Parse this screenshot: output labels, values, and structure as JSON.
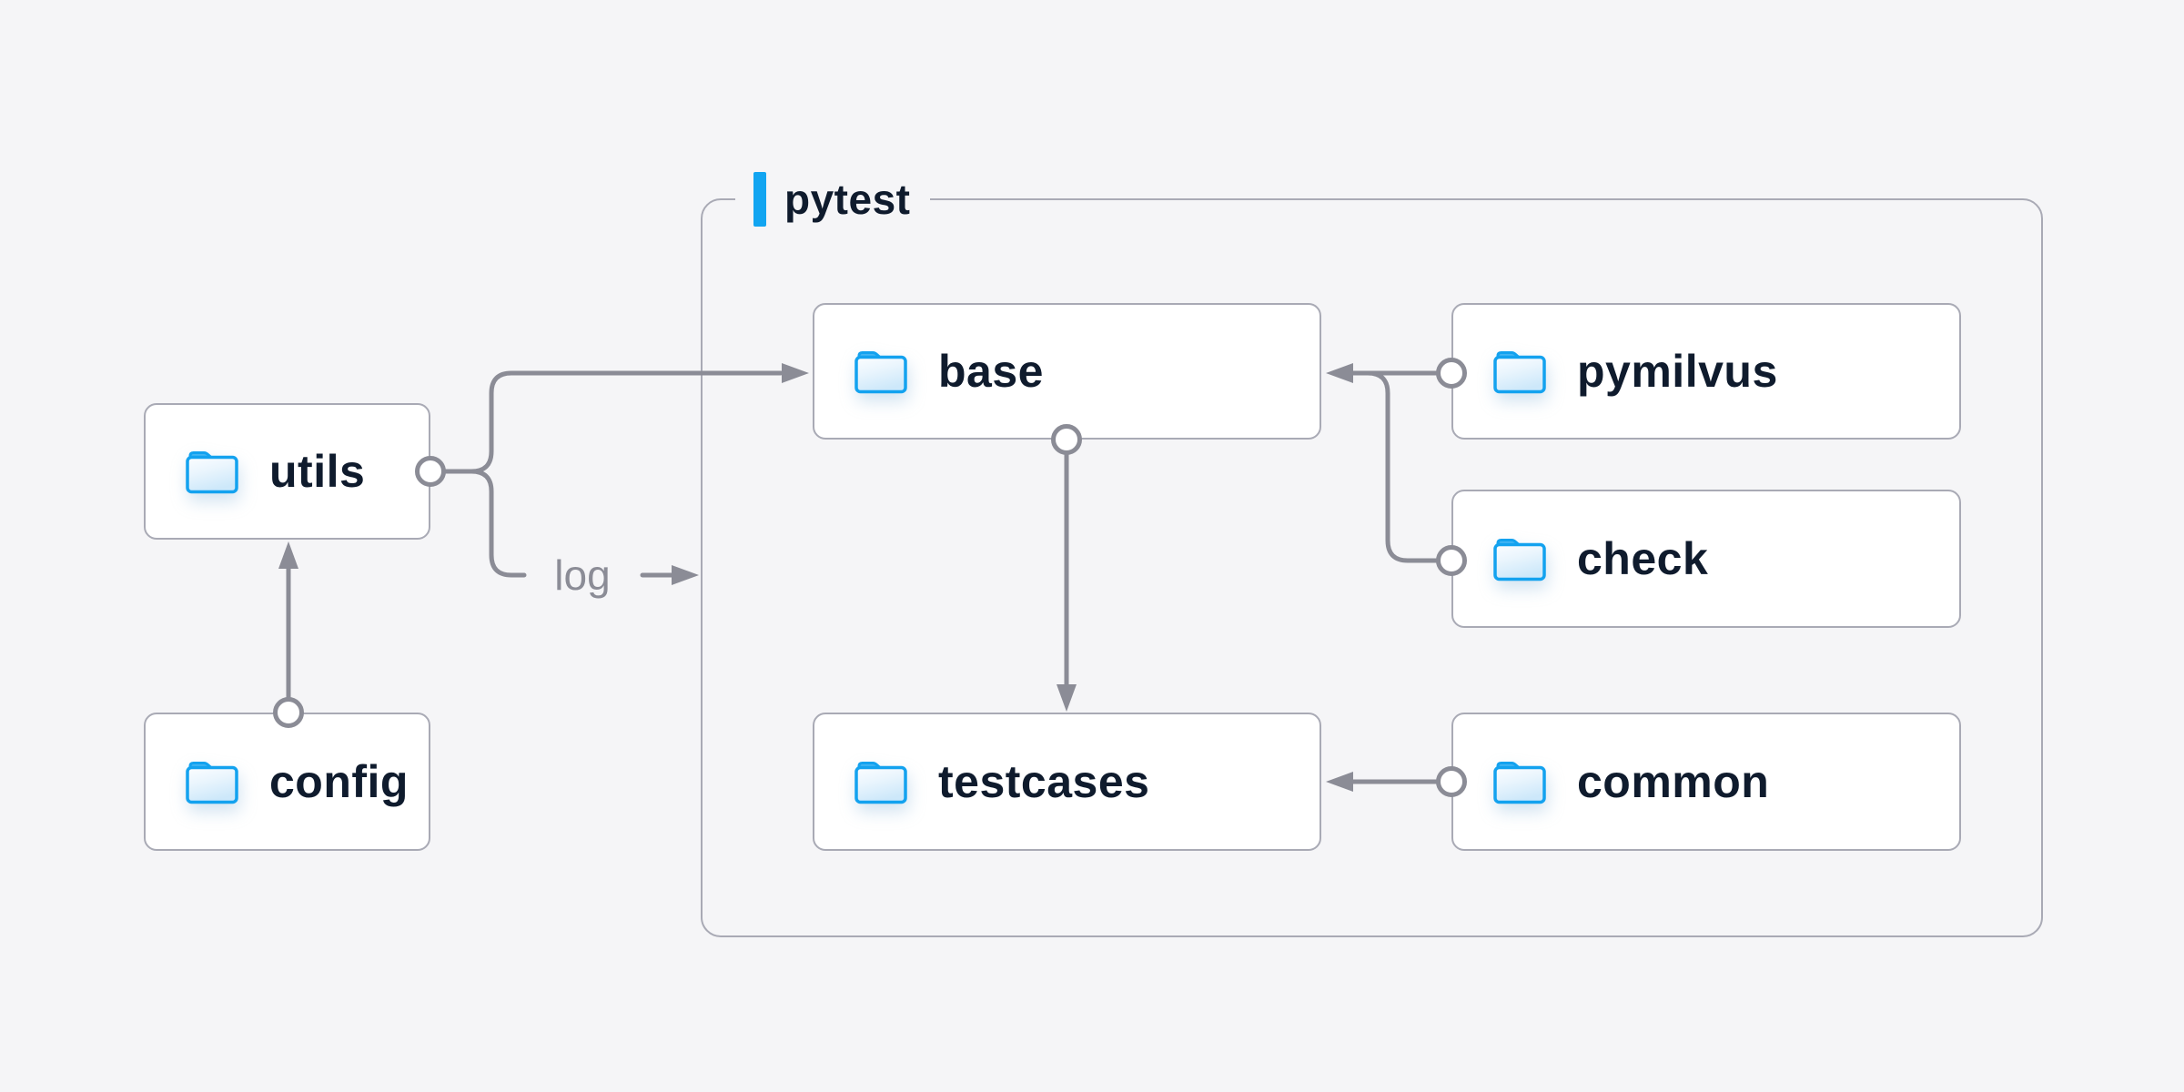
{
  "diagram": {
    "group": {
      "label": "pytest",
      "accent_color": "#12a5f1"
    },
    "nodes": {
      "utils": {
        "label": "utils",
        "icon": "folder-icon"
      },
      "config": {
        "label": "config",
        "icon": "folder-icon"
      },
      "base": {
        "label": "base",
        "icon": "folder-icon"
      },
      "testcases": {
        "label": "testcases",
        "icon": "folder-icon"
      },
      "pymilvus": {
        "label": "pymilvus",
        "icon": "folder-icon"
      },
      "check": {
        "label": "check",
        "icon": "folder-icon"
      },
      "common": {
        "label": "common",
        "icon": "folder-icon"
      }
    },
    "edge_label": {
      "text": "log"
    },
    "edges": [
      {
        "from": "config",
        "to": "utils"
      },
      {
        "from": "utils",
        "to": "base"
      },
      {
        "from": "utils",
        "to": "pytest-group",
        "label": "log"
      },
      {
        "from": "pymilvus",
        "to": "base"
      },
      {
        "from": "check",
        "to": "base"
      },
      {
        "from": "base",
        "to": "testcases"
      },
      {
        "from": "common",
        "to": "testcases"
      }
    ],
    "colors": {
      "background": "#f5f5f7",
      "node_bg": "#ffffff",
      "border_gray": "#a9aab5",
      "line_gray": "#8b8c96",
      "node_text": "#0f1b2d",
      "accent_blue": "#12a5f1",
      "folder_blue": "#13a2ef"
    }
  }
}
